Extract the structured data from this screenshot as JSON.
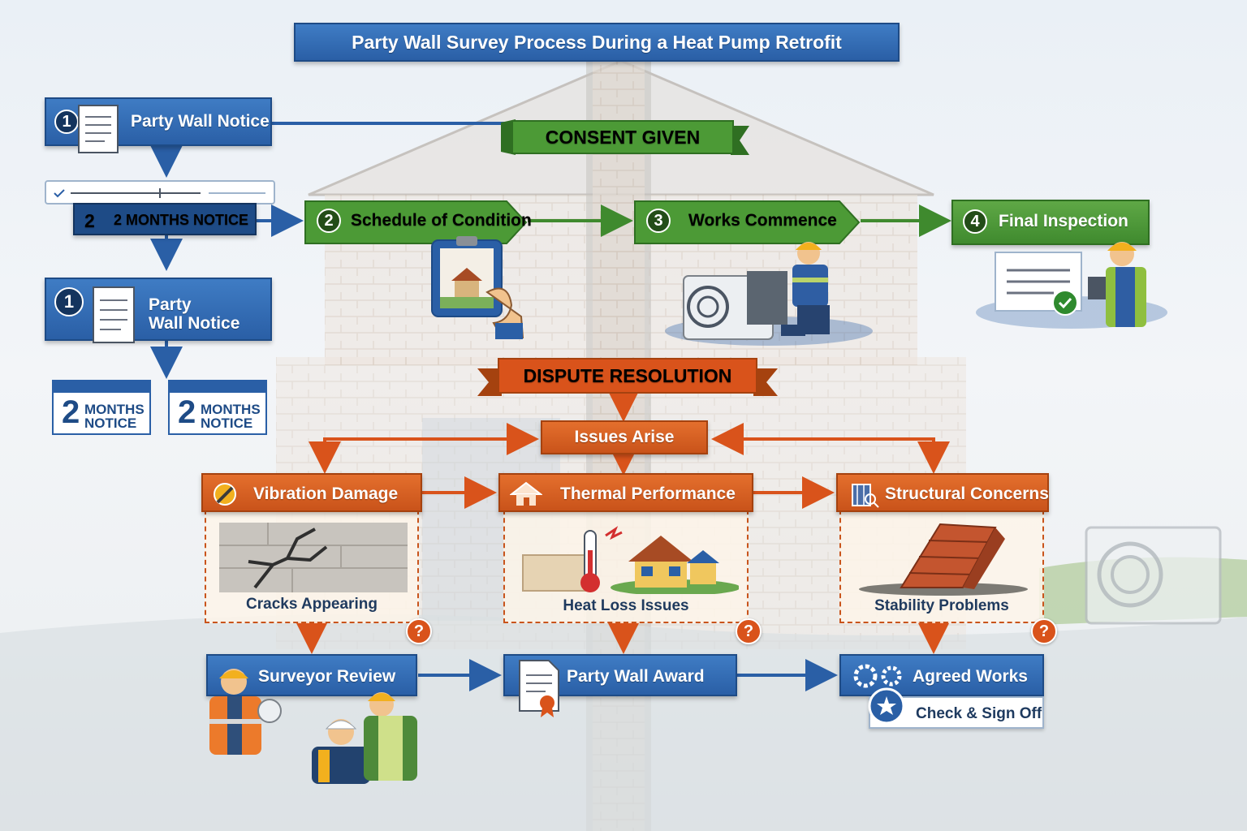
{
  "title": "Party Wall Survey Process During a Heat Pump Retrofit",
  "consent_banner": "CONSENT GIVEN",
  "left_column": {
    "notice_top": {
      "number": "1",
      "label": "Party Wall Notice"
    },
    "notice_period": {
      "number": "2",
      "label": "2 MONTHS NOTICE"
    },
    "notice_second": {
      "number": "1",
      "label_line1": "Party",
      "label_line2": "Wall Notice"
    },
    "calendar_1": {
      "big": "2",
      "line1": "MONTHS",
      "line2": "NOTICE"
    },
    "calendar_2": {
      "big": "2",
      "line1": "MONTHS",
      "line2": "NOTICE"
    }
  },
  "steps": [
    {
      "number": "2",
      "label": "Schedule of Condition"
    },
    {
      "number": "3",
      "label": "Works Commence"
    },
    {
      "number": "4",
      "label": "Final Inspection"
    }
  ],
  "dispute": {
    "banner": "DISPUTE RESOLUTION",
    "issues": "Issues Arise",
    "categories": [
      {
        "label": "Vibration Damage",
        "caption": "Cracks Appearing",
        "badge": "?"
      },
      {
        "label": "Thermal Performance",
        "caption": "Heat Loss Issues",
        "badge": "?"
      },
      {
        "label": "Structural Concerns",
        "caption": "Stability Problems",
        "badge": "?"
      }
    ]
  },
  "outcomes": [
    {
      "label": "Surveyor Review"
    },
    {
      "label": "Party Wall Award"
    },
    {
      "label": "Agreed Works",
      "sub": "Check & Sign Off"
    }
  ],
  "colors": {
    "blue": "#2a5fa6",
    "green": "#3f8a2e",
    "orange": "#d9531b",
    "navy": "#1e4b86"
  }
}
